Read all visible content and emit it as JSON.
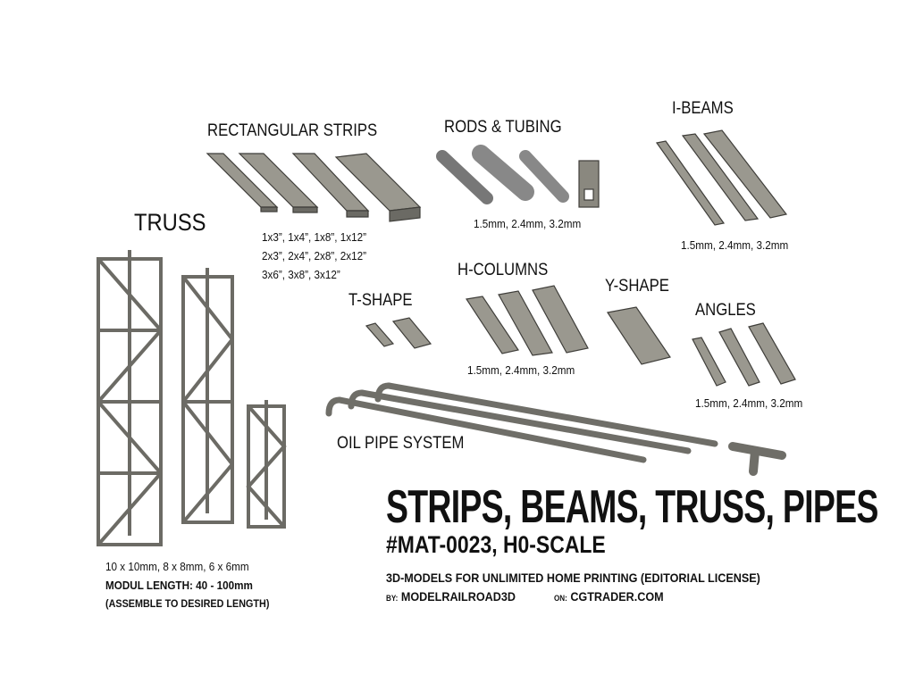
{
  "categories": {
    "rectangular_strips": {
      "label": "RECTANGULAR STRIPS",
      "sizes": [
        "1x3”, 1x4”, 1x8”, 1x12”",
        "2x3”, 2x4”, 2x8”, 2x12”",
        "3x6”, 3x8”, 3x12”"
      ]
    },
    "rods_tubing": {
      "label": "RODS & TUBING",
      "sizes": "1.5mm, 2.4mm, 3.2mm"
    },
    "i_beams": {
      "label": "I-BEAMS",
      "sizes": "1.5mm, 2.4mm, 3.2mm"
    },
    "truss": {
      "label": "TRUSS",
      "sizes": "10 x 10mm, 8 x 8mm, 6 x 6mm",
      "length": "MODUL LENGTH: 40 - 100mm",
      "note": "(ASSEMBLE TO DESIRED LENGTH)"
    },
    "t_shape": {
      "label": "T-SHAPE"
    },
    "h_columns": {
      "label": "H-COLUMNS",
      "sizes": "1.5mm, 2.4mm, 3.2mm"
    },
    "y_shape": {
      "label": "Y-SHAPE"
    },
    "angles": {
      "label": "ANGLES",
      "sizes": "1.5mm, 2.4mm, 3.2mm"
    },
    "oil_pipe": {
      "label": "OIL PIPE SYSTEM"
    }
  },
  "product": {
    "title": "STRIPS, BEAMS, TRUSS, PIPES",
    "code": "#MAT-0023, H0-SCALE",
    "license": "3D-MODELS FOR UNLIMITED HOME PRINTING (EDITORIAL LICENSE)",
    "by_prefix": "BY:",
    "by": "MODELRAILROAD3D",
    "on_prefix": "ON:",
    "on": "CGTRADER.COM"
  },
  "colors": {
    "metal": "#8c8a82",
    "metal_light": "#aaa89f",
    "metal_dark": "#4c4b47"
  }
}
